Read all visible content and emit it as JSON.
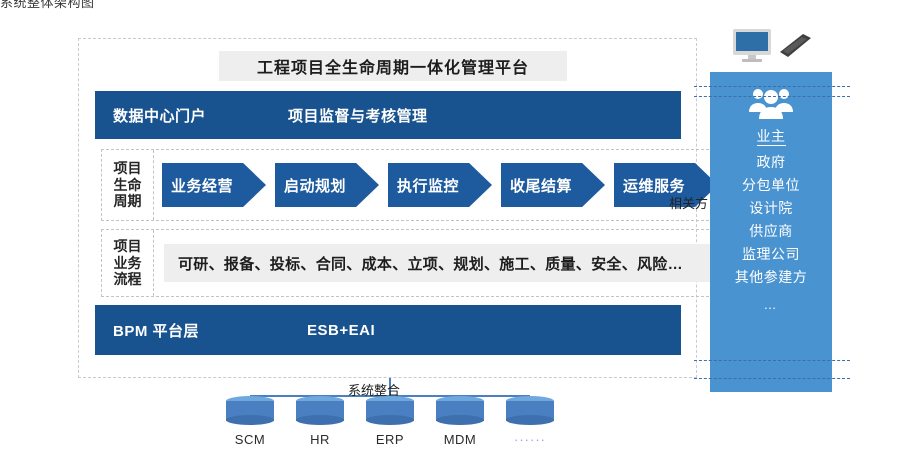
{
  "page": {
    "top_caption": "系统整体架构图"
  },
  "platform": {
    "title": "工程项目全生命周期一体化管理平台",
    "portal_band": {
      "left_label": "数据中心门户",
      "right_label": "项目监督与考核管理"
    },
    "lifecycle": {
      "row_label_lines": [
        "项目",
        "生命",
        "周期"
      ],
      "stages": [
        {
          "label": "业务经营"
        },
        {
          "label": "启动规划"
        },
        {
          "label": "执行监控"
        },
        {
          "label": "收尾结算"
        },
        {
          "label": "运维服务"
        }
      ],
      "related_party": "相关方"
    },
    "process": {
      "row_label_lines": [
        "项目",
        "业务",
        "流程"
      ],
      "items_text": "可研、报备、投标、合同、成本、立项、规划、施工、质量、安全、风险…"
    },
    "bpm_band": {
      "left_label": "BPM  平台层",
      "right_label": "ESB+EAI"
    }
  },
  "stakeholders": {
    "icon_name": "people-group-icon",
    "items": [
      "业主",
      "政府",
      "分包单位",
      "设计院",
      "供应商",
      "监理公司",
      "其他参建方",
      "…"
    ]
  },
  "devices": {
    "monitor": "monitor-icon",
    "phone": "smartphone-icon"
  },
  "system_integration": {
    "label": "系统整合",
    "databases": [
      {
        "name": "SCM"
      },
      {
        "name": "HR"
      },
      {
        "name": "ERP"
      },
      {
        "name": "MDM"
      },
      {
        "name": "······"
      }
    ]
  },
  "colors": {
    "deep_blue": "#19538f",
    "chevron_blue": "#1d5b9e",
    "panel_blue": "#4a93d1",
    "chip_gray": "#eeeeee",
    "dash_gray": "#c9c9cf"
  }
}
